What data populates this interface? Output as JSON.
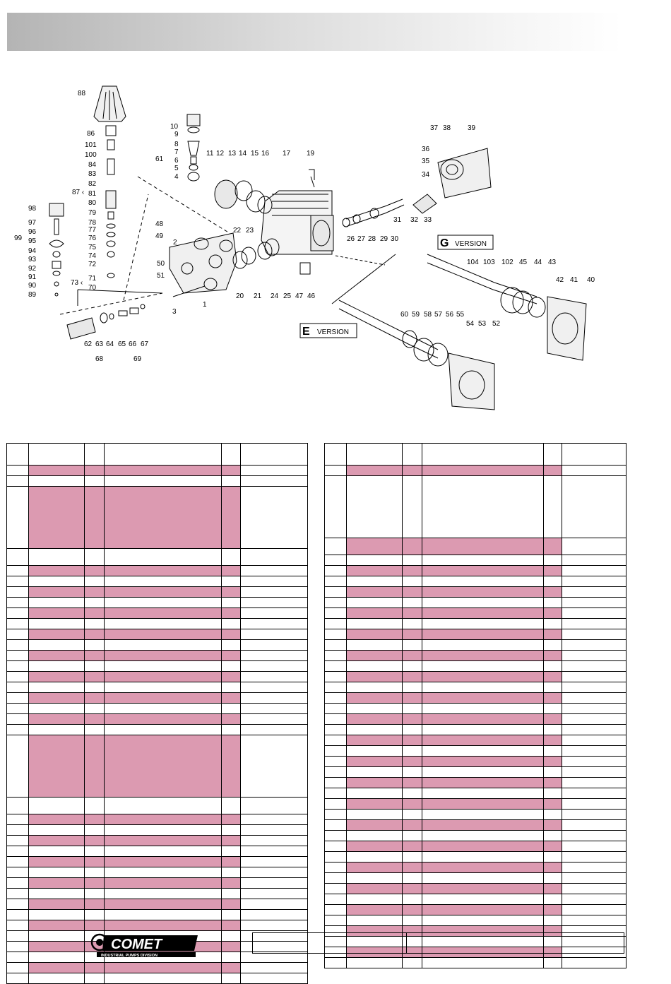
{
  "diagram": {
    "callouts": [
      "88",
      "86",
      "101",
      "100",
      "84",
      "83",
      "82",
      "87",
      "81",
      "80",
      "79",
      "78",
      "77",
      "76",
      "75",
      "74",
      "72",
      "71",
      "73",
      "70",
      "98",
      "97",
      "96",
      "95",
      "94",
      "93",
      "92",
      "91",
      "90",
      "89",
      "99",
      "10",
      "9",
      "8",
      "7",
      "6",
      "5",
      "4",
      "61",
      "11",
      "12",
      "13",
      "14",
      "15",
      "16",
      "17",
      "19",
      "37",
      "38",
      "39",
      "36",
      "35",
      "34",
      "48",
      "49",
      "2",
      "50",
      "51",
      "3",
      "1",
      "22",
      "23",
      "20",
      "21",
      "24",
      "25",
      "47",
      "46",
      "26",
      "27",
      "28",
      "29",
      "30",
      "31",
      "32",
      "33",
      "104",
      "103",
      "102",
      "45",
      "44",
      "43",
      "42",
      "41",
      "40",
      "60",
      "59",
      "58",
      "57",
      "56",
      "55",
      "54",
      "53",
      "52",
      "62",
      "63",
      "64",
      "65",
      "66",
      "67",
      "68",
      "69"
    ],
    "g_version": {
      "letter": "G",
      "text": "VERSION"
    },
    "e_version": {
      "letter": "E",
      "text": "VERSION"
    }
  },
  "logo": {
    "brand": "COMET",
    "subtitle": "INDUSTRIAL PUMPS DIVISION"
  },
  "tables": {
    "left": {
      "rows": [
        "hdr",
        "p",
        "w",
        "tall-p",
        "mid-w",
        "p",
        "w",
        "p",
        "w",
        "p",
        "w",
        "p",
        "w",
        "p",
        "w",
        "p",
        "w",
        "p",
        "w",
        "p",
        "w",
        "tall-p",
        "mid-w",
        "p",
        "w",
        "p",
        "w",
        "p",
        "w",
        "p",
        "w",
        "p",
        "w",
        "p",
        "w",
        "p",
        "w",
        "p",
        "w"
      ]
    },
    "right": {
      "rows": [
        "hdr",
        "p",
        "tall-w",
        "mid-p",
        "w",
        "p",
        "w",
        "p",
        "w",
        "p",
        "w",
        "p",
        "w",
        "p",
        "w",
        "p",
        "w",
        "p",
        "w",
        "p",
        "w",
        "p",
        "w",
        "p",
        "w",
        "p",
        "w",
        "p",
        "w",
        "p",
        "w",
        "p",
        "w",
        "p",
        "w",
        "p",
        "w",
        "p",
        "w",
        "p",
        "w",
        "p",
        "w"
      ]
    }
  },
  "colors": {
    "row_highlight": "#dc9ab1",
    "header_gradient_start": "#b4b4b4"
  }
}
